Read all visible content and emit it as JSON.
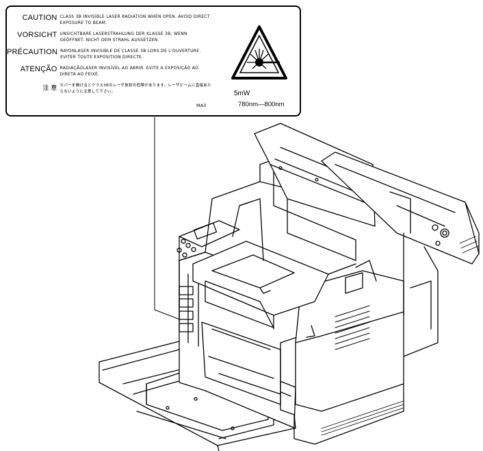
{
  "label": {
    "warnings": [
      {
        "lang": "CAUTION",
        "text": "CLASS 3B INVISIBLE LASER RADIATION WHEN OPEN. AVOID DIRECT EXPOSURE TO BEAM."
      },
      {
        "lang": "VORSICHT",
        "text": "UNSICHTBARE LASERSTRAHLUNG DER KLASSE 3B, WENN GEÖFFNET. NICHT DEM STRAHL AUSSETZEN."
      },
      {
        "lang": "PRÉCAUTION",
        "text": "RAYONLASER INVISIBLE DE CLASSE 3B LORS DE L'OUVERTURE. EVITER TOUTE EXPOSITION DIRECTE."
      },
      {
        "lang": "ATENÇÃO",
        "text": "RADIAÇÃOLASER INVISÍVEL AO ABRIR. EVITE A EXPOSIÇÃO AO DIRETA AO FEIXE."
      },
      {
        "lang": "注 意",
        "text": "カバーを開けるとクラス3Bのレーザ放射の危険があります。レーザビームに直接あたらないように注意して下さい。"
      }
    ],
    "code": "MA3",
    "power": "5mW",
    "wavelength": "780nm—800nm"
  },
  "icons": {
    "laser_warning": "laser-hazard-triangle-icon"
  }
}
